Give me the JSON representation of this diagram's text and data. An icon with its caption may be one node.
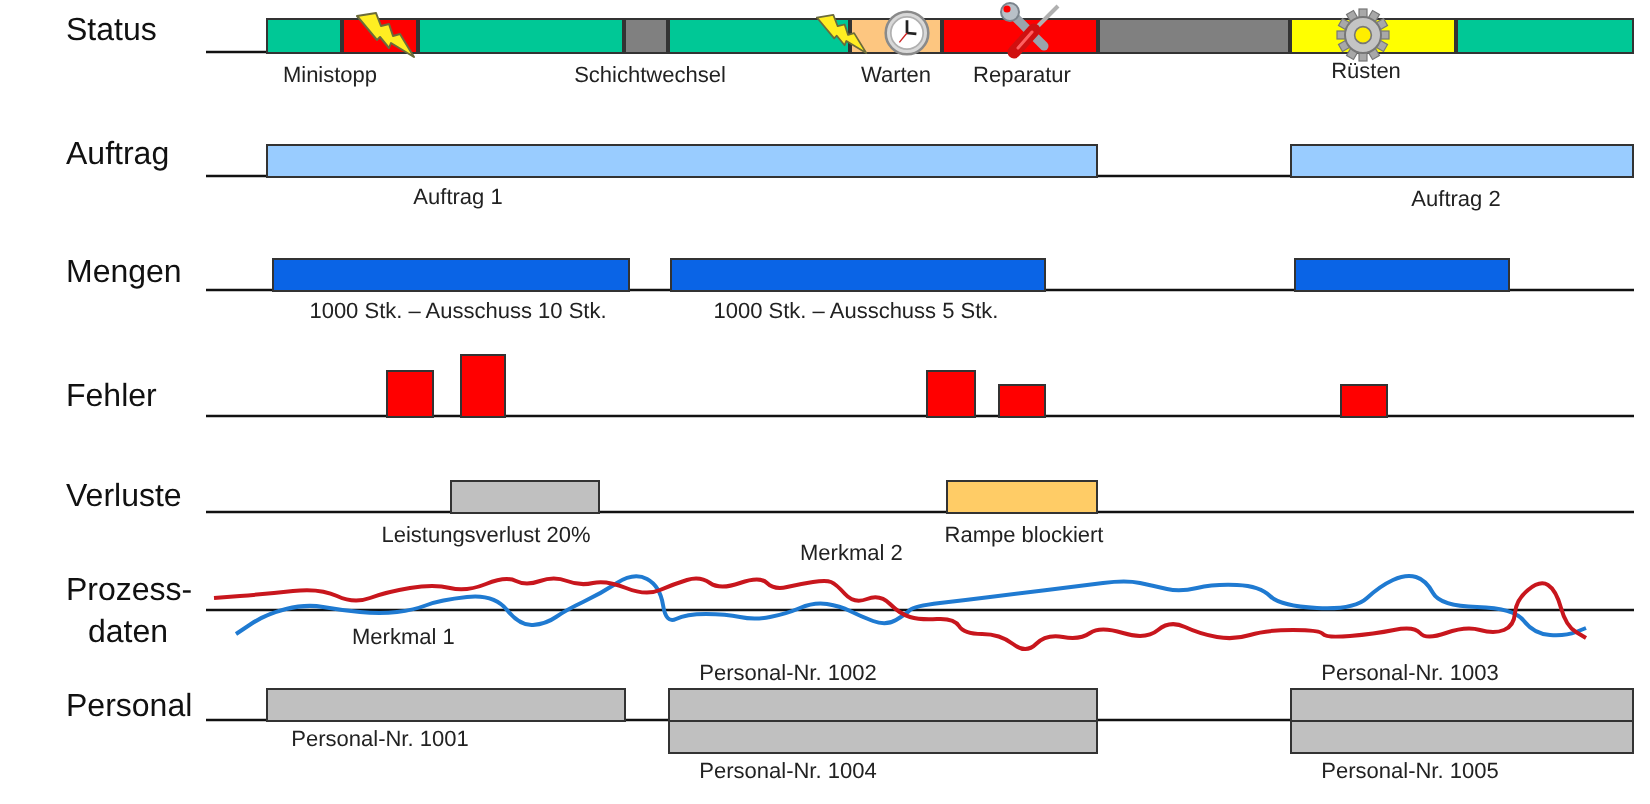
{
  "diagram": {
    "nodes": [
      {
        "text": [],
        "shape": "bar"
      },
      {
        "text": [],
        "shape": "bar",
        "beside": [
          "Ministopp"
        ]
      },
      {
        "text": [],
        "shape": "bar"
      },
      {
        "text": [],
        "shape": "bar",
        "beside": [
          "Schichtwechsel"
        ]
      },
      {
        "text": [],
        "shape": "bar"
      },
      {
        "text": [],
        "shape": "bar",
        "beside": [
          "Warten"
        ]
      },
      {
        "text": [],
        "shape": "bar",
        "beside": [
          "Reparatur"
        ]
      },
      {
        "text": [],
        "shape": "bar"
      },
      {
        "text": [],
        "shape": "bar",
        "beside": [
          "Rüsten"
        ]
      },
      {
        "text": [],
        "shape": "bar"
      },
      {
        "text": [],
        "shape": "bar",
        "beside": [
          "Auftrag 1"
        ]
      },
      {
        "text": [],
        "shape": "bar",
        "beside": [
          "Auftrag 2"
        ]
      },
      {
        "text": [],
        "shape": "bar",
        "beside": [
          "1000 Stk. – Ausschuss 10 Stk."
        ]
      },
      {
        "text": [],
        "shape": "bar",
        "beside": [
          "1000 Stk. – Ausschuss 5 Stk."
        ]
      },
      {
        "text": [],
        "shape": "bar"
      },
      {
        "text": [],
        "shape": "bar"
      },
      {
        "text": [],
        "shape": "bar"
      },
      {
        "text": [],
        "shape": "bar"
      },
      {
        "text": [],
        "shape": "bar"
      },
      {
        "text": [],
        "shape": "bar"
      },
      {
        "text": [],
        "shape": "bar",
        "beside": [
          "Leistungsverlust 20%"
        ]
      },
      {
        "text": [],
        "shape": "bar",
        "beside": [
          "Rampe blockiert"
        ]
      },
      {
        "text": [],
        "shape": "bar",
        "beside": [
          "Personal-Nr. 1001"
        ]
      },
      {
        "text": [],
        "shape": "bar",
        "beside": [
          "Personal-Nr. 1002"
        ]
      },
      {
        "text": [],
        "shape": "bar",
        "beside": [
          "Personal-Nr. 1003"
        ]
      },
      {
        "text": [],
        "shape": "bar",
        "beside": [
          "Personal-Nr. 1004"
        ]
      },
      {
        "text": [],
        "shape": "bar",
        "beside": [
          "Personal-Nr. 1005"
        ]
      }
    ],
    "labels": [
      "Status",
      "Auftrag",
      "Mengen",
      "Fehler",
      "Verluste",
      "Merkmal 2",
      "Prozess- daten",
      "Merkmal 1",
      "Personal"
    ]
  }
}
